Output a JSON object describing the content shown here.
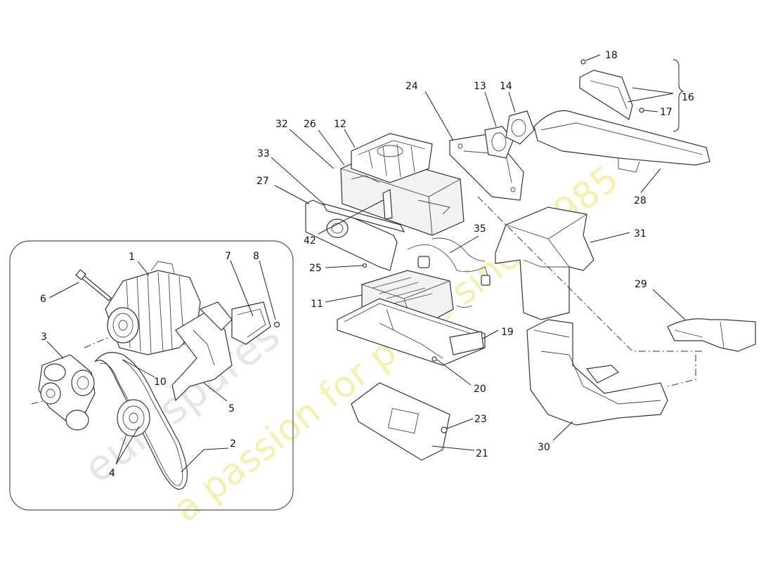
{
  "diagram": {
    "watermark": {
      "brand": "eurospares",
      "slogan": "a passion for parts since 1985"
    },
    "callouts": [
      {
        "id": "1",
        "label": "1"
      },
      {
        "id": "2",
        "label": "2"
      },
      {
        "id": "3",
        "label": "3"
      },
      {
        "id": "4",
        "label": "4"
      },
      {
        "id": "5",
        "label": "5"
      },
      {
        "id": "6",
        "label": "6"
      },
      {
        "id": "7",
        "label": "7"
      },
      {
        "id": "8",
        "label": "8"
      },
      {
        "id": "10",
        "label": "10"
      },
      {
        "id": "11",
        "label": "11"
      },
      {
        "id": "12",
        "label": "12"
      },
      {
        "id": "13",
        "label": "13"
      },
      {
        "id": "14",
        "label": "14"
      },
      {
        "id": "16",
        "label": "16"
      },
      {
        "id": "17",
        "label": "17"
      },
      {
        "id": "18",
        "label": "18"
      },
      {
        "id": "19",
        "label": "19"
      },
      {
        "id": "20",
        "label": "20"
      },
      {
        "id": "21",
        "label": "21"
      },
      {
        "id": "23",
        "label": "23"
      },
      {
        "id": "24",
        "label": "24"
      },
      {
        "id": "25",
        "label": "25"
      },
      {
        "id": "26",
        "label": "26"
      },
      {
        "id": "27",
        "label": "27"
      },
      {
        "id": "28",
        "label": "28"
      },
      {
        "id": "29",
        "label": "29"
      },
      {
        "id": "30",
        "label": "30"
      },
      {
        "id": "31",
        "label": "31"
      },
      {
        "id": "32",
        "label": "32"
      },
      {
        "id": "33",
        "label": "33"
      },
      {
        "id": "35",
        "label": "35"
      },
      {
        "id": "42",
        "label": "42"
      }
    ]
  }
}
